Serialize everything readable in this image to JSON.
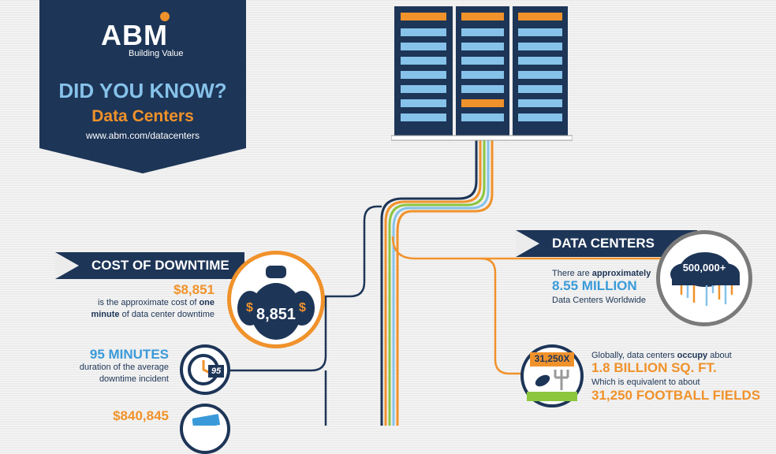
{
  "header": {
    "logo": "ABM",
    "tagline": "Building Value",
    "heading": "DID YOU KNOW?",
    "subtitle": "Data Centers",
    "url": "www.abm.com/datacenters"
  },
  "cost_of_downtime": {
    "title": "COST OF DOWNTIME",
    "stat1_value": "$8,851",
    "stat1_text_a": "is the approximate cost of ",
    "stat1_text_bold1": "one",
    "stat1_text_bold2": "minute",
    "stat1_text_b": " of data center downtime",
    "moneybag_label": "8,851",
    "stat2_value": "95 MINUTES",
    "stat2_line1": "duration of the average",
    "stat2_line2": "downtime incident",
    "clock_label": "95",
    "stat3_value": "$840,845"
  },
  "data_centers": {
    "title": "DATA CENTERS",
    "stat1_lead": "There are ",
    "stat1_bold": "approximately",
    "stat1_value": "8.55 MILLION",
    "stat1_tail": "Data Centers Worldwide",
    "cloud_label": "500,000+",
    "stat2_lead": "Globally, data centers ",
    "stat2_bold": "occupy",
    "stat2_lead2": " about",
    "stat2_value": "1.8 BILLION SQ. FT.",
    "stat2_tail": "Which is equivalent to about",
    "stat2_value2": "31,250 FOOTBALL FIELDS",
    "field_label": "31,250X"
  },
  "colors": {
    "navy": "#1d3557",
    "orange": "#f0922b",
    "light_blue": "#86c2e9",
    "green": "#8cc63f"
  },
  "icons": [
    "server-rack-icon",
    "money-bag-icon",
    "clock-icon",
    "cloud-icon",
    "football-field-icon"
  ]
}
